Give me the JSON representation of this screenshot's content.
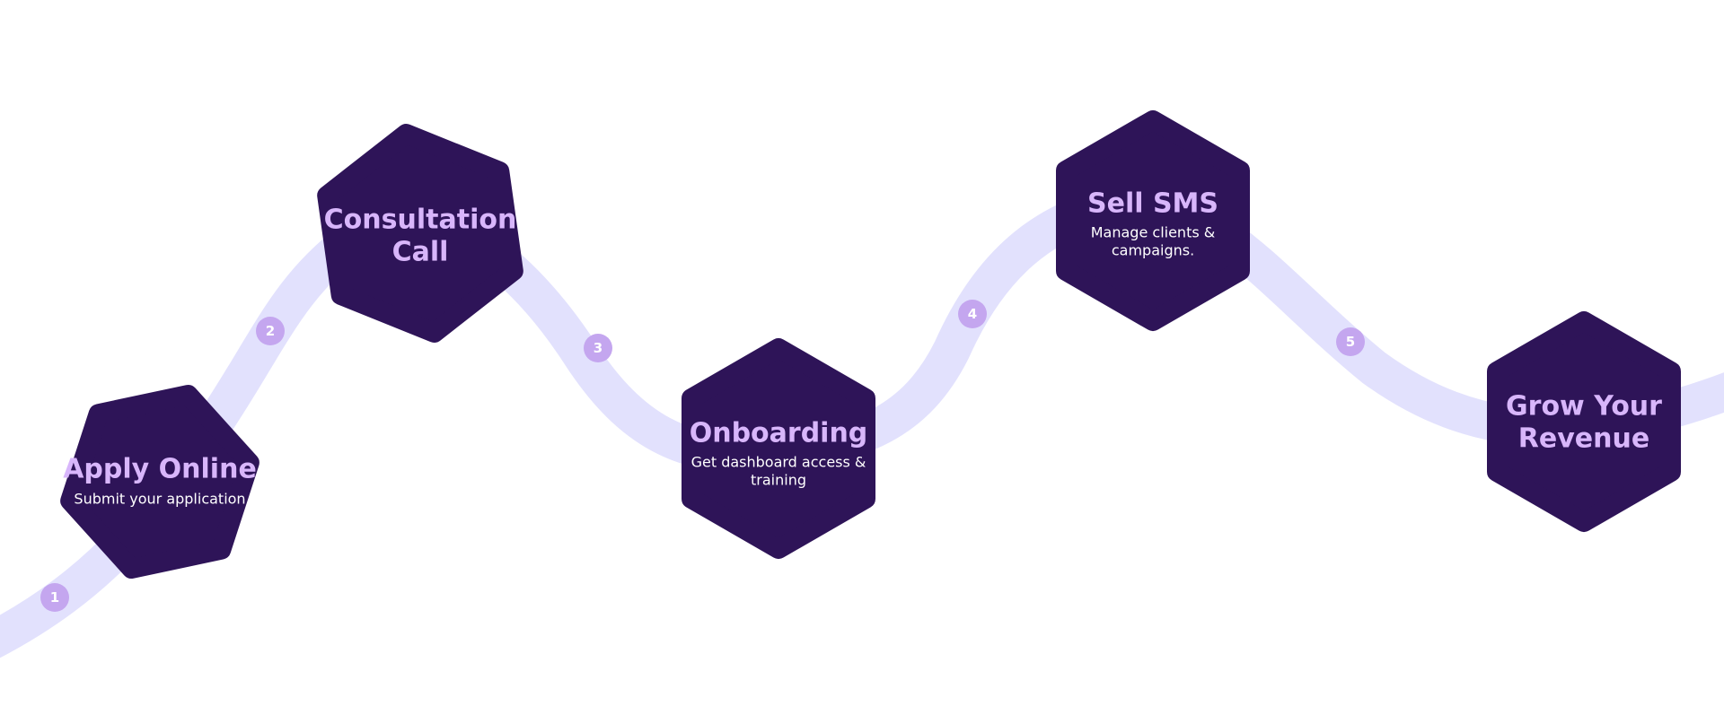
{
  "colors": {
    "path": "#e2e1fd",
    "node_fill": "#2e1458",
    "node_outline": "#f0ecfb",
    "title": "#d8b6fb",
    "subtitle": "#ffffff",
    "step_circle": "#c4a6ef",
    "step_text": "#ffffff"
  },
  "steps": [
    {
      "number": "1",
      "title_lines": [
        "Apply Online"
      ],
      "subtitle_lines": [
        "Submit your application"
      ]
    },
    {
      "number": "2",
      "title_lines": [
        "Consultation",
        "Call"
      ],
      "subtitle_lines": []
    },
    {
      "number": "3",
      "title_lines": [
        "Onboarding"
      ],
      "subtitle_lines": [
        "Get dashboard access &",
        "training"
      ]
    },
    {
      "number": "4",
      "title_lines": [
        "Sell SMS"
      ],
      "subtitle_lines": [
        "Manage clients &",
        "campaigns."
      ]
    },
    {
      "number": "5",
      "title_lines": [
        "Grow Your",
        "Revenue"
      ],
      "subtitle_lines": []
    }
  ]
}
